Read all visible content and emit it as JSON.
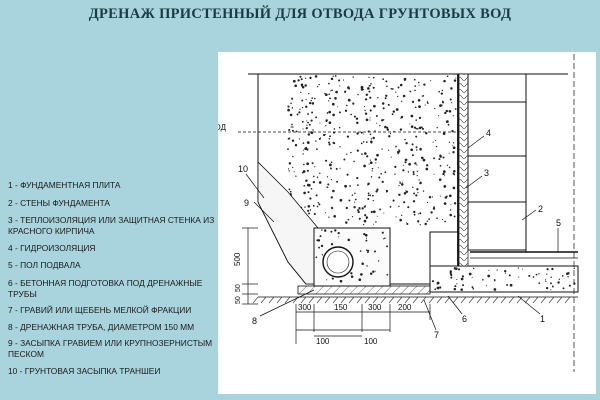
{
  "title": "ДРЕНАЖ ПРИСТЕННЫЙ ДЛЯ ОТВОДА ГРУНТОВЫХ ВОД",
  "groundwater_label": "УРОВЕНЬ ГРУНТОВЫХ ВОД",
  "legend": [
    "1 - ФУНДАМЕНТНАЯ ПЛИТА",
    "2 - СТЕНЫ ФУНДАМЕНТА",
    "3 - ТЕПЛОИЗОЛЯЦИЯ ИЛИ ЗАЩИТНАЯ СТЕНКА ИЗ КРАСНОГО КИРПИЧА",
    "4 - ГИДРОИЗОЛЯЦИЯ",
    "5 - ПОЛ ПОДВАЛА",
    "6 - БЕТОННАЯ ПОДГОТОВКА ПОД ДРЕНАЖНЫЕ ТРУБЫ",
    "7 - ГРАВИЙ ИЛИ ЩЕБЕНЬ МЕЛКОЙ ФРАКЦИИ",
    "8 - ДРЕНАЖНАЯ ТРУБА, ДИАМЕТРОМ 150 ММ",
    "9 - ЗАСЫПКА ГРАВИЕМ ИЛИ КРУПНОЗЕРНИСТЫМ ПЕСКОМ",
    "10 - ГРУНТОВАЯ ЗАСЫПКА ТРАНШЕИ"
  ],
  "callouts": [
    "1",
    "2",
    "3",
    "4",
    "5",
    "6",
    "7",
    "8",
    "9",
    "10"
  ],
  "dims_bottom_upper": [
    "300",
    "150",
    "300",
    "200"
  ],
  "dims_bottom_lower": [
    "100",
    "100"
  ],
  "dims_left": [
    "500",
    "50",
    "50"
  ],
  "colors": {
    "background": "#a9d4dd",
    "title": "#173c45",
    "drawing_bg": "#ffffff",
    "ink": "#111111"
  }
}
